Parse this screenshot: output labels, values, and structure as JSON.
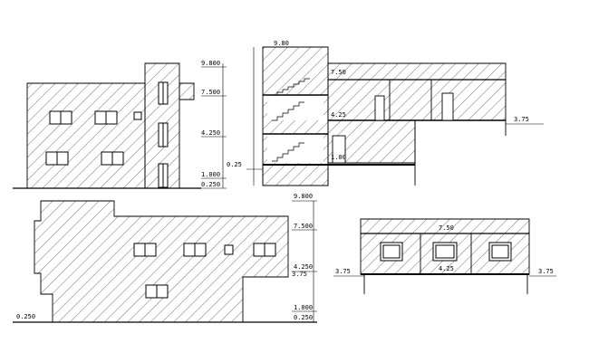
{
  "drawing": {
    "elevation_left": {
      "levels": {
        "l9800": "9.800",
        "l7500": "7.500",
        "l4250": "4.250",
        "l1000": "1.000",
        "l0250": "0.250"
      }
    },
    "section_top": {
      "roof_top": "9.80",
      "roof_mid": "7.50",
      "mid_floor": "4.25",
      "ground_floor": "1.00",
      "site_left": "0.25",
      "site_right": "3.75"
    },
    "elevation_bottom": {
      "levels": {
        "l9800": "9.800",
        "l7500": "7.500",
        "l4250": "4.250",
        "l3750": "3.75",
        "l1000": "1.000",
        "l0250": "0.250",
        "site": "0.250"
      }
    },
    "section_bottom": {
      "roof": "7.50",
      "floor": "4.25",
      "site_left": "3.75",
      "site_right": "3.75"
    }
  }
}
